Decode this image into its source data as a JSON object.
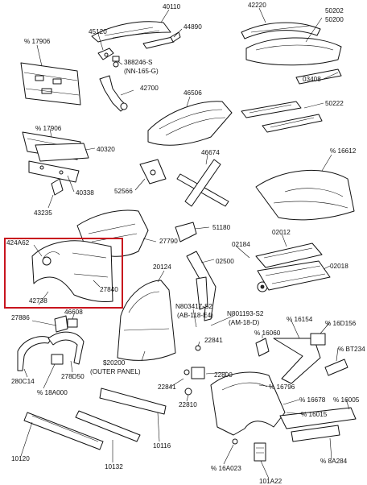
{
  "colors": {
    "highlight": "#c8141e",
    "ink": "#111111",
    "paper": "#ffffff"
  },
  "labels": {
    "l40110": "40110",
    "l42220": "42220",
    "l50202": "50202",
    "l50200": "50200",
    "l45120": "45120",
    "l44890": "44890",
    "l17906a": "% 17906",
    "l388246a": "388246-S",
    "l388246b": "(NN-165-G)",
    "l42700": "42700",
    "l03408": "03408",
    "l17906b": "% 17906",
    "l46506": "46506",
    "l50222": "50222",
    "l40320": "40320",
    "l16612": "% 16612",
    "l46674": "46674",
    "l40338": "40338",
    "l52566": "52566",
    "l43235": "43235",
    "l51180": "51180",
    "l27790": "27790",
    "l02012": "02012",
    "l424A62": "424A62",
    "l02184": "02184",
    "l20124": "20124",
    "l02500": "02500",
    "l02018": "02018",
    "l27840": "27840",
    "l42738": "42738",
    "l46608": "46608",
    "lN803417a": "N803417-S2",
    "lN803417b": "(AB-118-E4)",
    "lN801193a": "N801193-S2",
    "lN801193b": "(AM-18-D)",
    "l27886": "27886",
    "l16154": "% 16154",
    "l16D156": "% 16D156",
    "l16060": "% 16060",
    "l22841a": "22841",
    "lBT234": "% BT234",
    "l278D50": "278D50",
    "l20200a": "$20200",
    "l20200b": "(OUTER PANEL)",
    "l280C14": "280C14",
    "l18A000": "% 18A000",
    "l22800": "22800",
    "l16796": "% 16796",
    "l22841b": "22841",
    "l16678": "% 16678",
    "l16005": "% 16005",
    "l22810": "22810",
    "l16015": "% 16015",
    "l10116": "10116",
    "l10120": "10120",
    "l10132": "10132",
    "l16A023": "% 16A023",
    "l8A284": "% 8A284",
    "l101A22": "101A22"
  }
}
